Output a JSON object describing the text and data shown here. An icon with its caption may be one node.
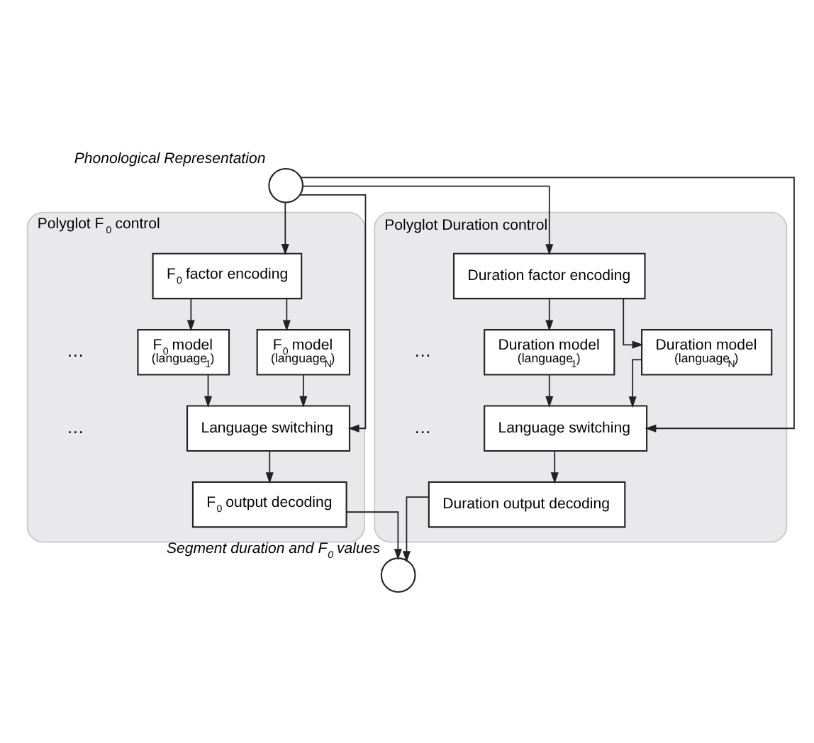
{
  "diagram": {
    "nodes": [
      {
        "text": [],
        "shape": "circle",
        "beside": [
          "*Phonological Representation*"
        ]
      },
      {
        "text": [
          "Polyglot F$_{0}$ control"
        ]
      },
      {
        "text": [
          "F$_{0}$ factor encoding"
        ],
        "in": 1
      },
      {
        "text": [
          "F$_{0}$ model",
          "(language$_{1}$)"
        ],
        "in": 1
      },
      {
        "text": [
          "F$_{0}$ model",
          "(language$_{N}$)"
        ],
        "in": 1
      },
      {
        "text": [
          "Language switching"
        ],
        "in": 1
      },
      {
        "text": [
          "F$_{0}$ output decoding"
        ],
        "in": 1
      },
      {
        "text": [
          "Polyglot Duration control"
        ]
      },
      {
        "text": [
          "Duration factor encoding"
        ],
        "in": 7
      },
      {
        "text": [
          "Duration model",
          "(language$_{1}$)"
        ],
        "in": 7
      },
      {
        "text": [
          "Duration model",
          "(language$_{N}$)"
        ],
        "in": 7
      },
      {
        "text": [
          "Language switching"
        ],
        "in": 7
      },
      {
        "text": [
          "Duration output decoding"
        ],
        "in": 7
      },
      {
        "text": [],
        "shape": "circle",
        "beside": [
          "*Segment duration and F$_{0}$ values*"
        ]
      }
    ],
    "edges": [
      {
        "from": 0,
        "to": 2,
        "arrow": "to"
      },
      {
        "from": 0,
        "to": 5,
        "arrow": "to"
      },
      {
        "from": 2,
        "to": 3,
        "arrow": "to"
      },
      {
        "from": 2,
        "to": 4,
        "arrow": "to"
      },
      {
        "from": 3,
        "to": 5,
        "arrow": "to"
      },
      {
        "from": 4,
        "to": 5,
        "arrow": "to"
      },
      {
        "from": 5,
        "to": 6,
        "arrow": "to"
      },
      {
        "from": 0,
        "to": 8,
        "arrow": "to"
      },
      {
        "from": 0,
        "to": 11,
        "arrow": "to"
      },
      {
        "from": 8,
        "to": 9,
        "arrow": "to"
      },
      {
        "from": 8,
        "to": 10,
        "arrow": "to"
      },
      {
        "from": 9,
        "to": 11,
        "arrow": "to"
      },
      {
        "from": 10,
        "to": 11,
        "arrow": "to"
      },
      {
        "from": 11,
        "to": 12,
        "arrow": "to"
      },
      {
        "from": 6,
        "to": 13,
        "arrow": "to"
      },
      {
        "from": 12,
        "to": 13,
        "arrow": "to"
      }
    ],
    "labels": [
      "…",
      "…",
      "…",
      "…"
    ]
  }
}
